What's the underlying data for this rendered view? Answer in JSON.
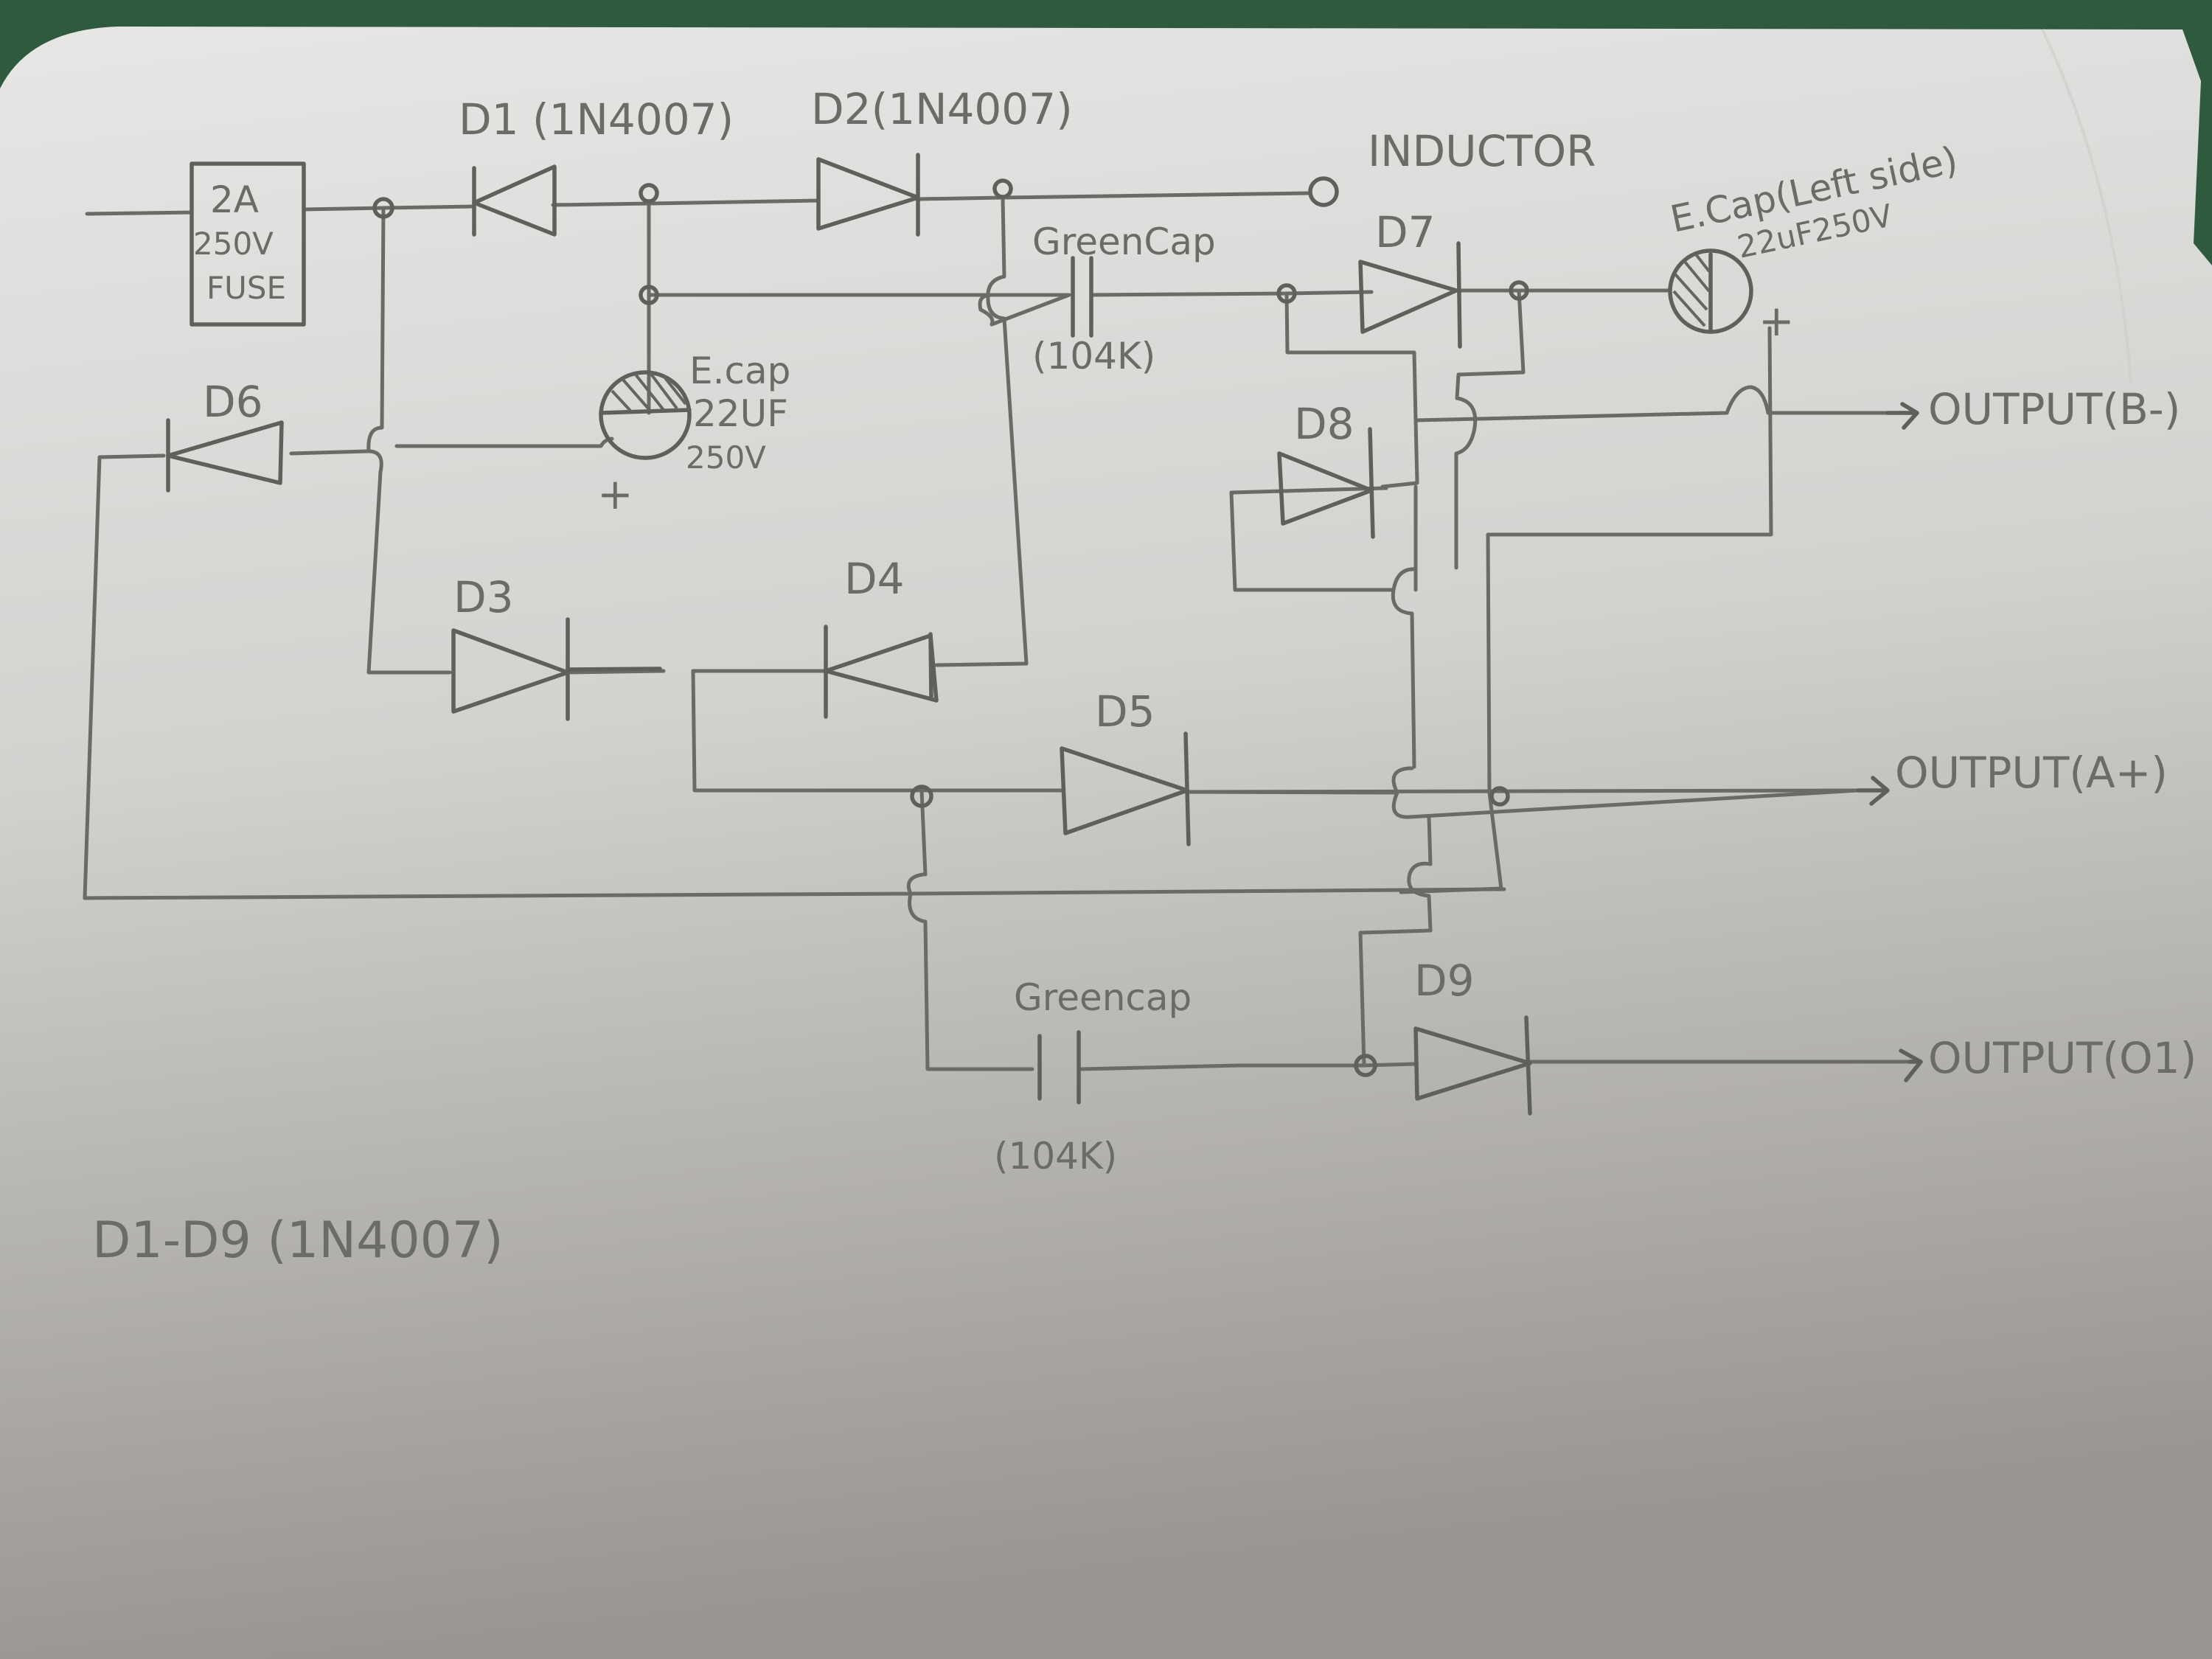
{
  "title": "Hand-drawn power supply rectifier / voltage multiplier schematic",
  "colors": {
    "background_cloth": "#2f5a3e",
    "paper_top": "#e3e4e2",
    "paper_bottom": "#9e9b98",
    "pencil": "#66665f"
  },
  "components": {
    "fuse": {
      "line1": "2A",
      "line2": "250V",
      "line3": "FUSE"
    },
    "d1": {
      "label": "D1 (1N4007)"
    },
    "d2": {
      "label": "D2(1N4007)"
    },
    "d3": {
      "label": "D3"
    },
    "d4": {
      "label": "D4"
    },
    "d5": {
      "label": "D5"
    },
    "d6": {
      "label": "D6"
    },
    "d7": {
      "label": "D7"
    },
    "d8": {
      "label": "D8"
    },
    "d9": {
      "label": "D9"
    },
    "inductor": {
      "label": "INDUCTOR"
    },
    "ecap1": {
      "line1": "E.cap",
      "line2": "22UF",
      "line3": "250V",
      "polarity": "+"
    },
    "ecap2": {
      "line1": "E.Cap(Left side)",
      "line2": "22uF250V",
      "polarity": "+"
    },
    "greencap1": {
      "name": "GreenCap",
      "value": "(104K)"
    },
    "greencap2": {
      "name": "Greencap",
      "value": "(104K)"
    }
  },
  "outputs": {
    "b_minus": "OUTPUT(B-)",
    "a_plus": "OUTPUT(A+)",
    "o1": "OUTPUT(O1)"
  },
  "note": "D1-D9 (1N4007)"
}
